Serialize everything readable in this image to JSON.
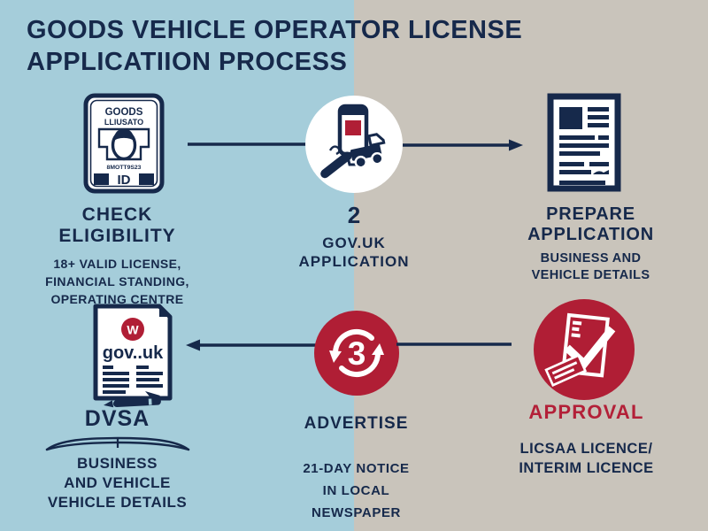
{
  "colors": {
    "background_left": "#a5cdda",
    "background_right": "#c9c4bb",
    "navy": "#16294b",
    "red": "#b01e35"
  },
  "title": {
    "line1": "GOODS VEHICLE OPERATOR LICENSE",
    "line2": "APPLICATIION PROCESS"
  },
  "steps": {
    "check_eligibility": {
      "heading1": "CHECK",
      "heading2": "ELIGIBILITY",
      "details": [
        "18+ VALID LICENSE,",
        "FINANCIAL STANDING,",
        "OPERATING CENTRE"
      ],
      "id_card": {
        "line1": "GOODS",
        "line2": "LLIUSATO",
        "serial": "8MOTT9S23",
        "id_label": "ID"
      }
    },
    "govuk_application": {
      "number": "2",
      "heading1": "GOV.UK",
      "heading2": "APPLICATION"
    },
    "prepare_application": {
      "heading1": "PREPARE",
      "heading2": "APPLICATION",
      "details": [
        "BUSINESS AND",
        "VEHICLE DETAILS"
      ]
    },
    "approval": {
      "heading": "APPROVAL",
      "details": [
        "LICSAA LICENCE/",
        "INTERIM LICENCE"
      ]
    },
    "advertise": {
      "number": "3",
      "heading": "ADVERTISE",
      "details": [
        "21-DAY NOTICE",
        "IN LOCAL",
        "NEWSPAPER"
      ]
    },
    "dvsa": {
      "heading": "DVSA",
      "details": [
        "BUSINESS",
        "AND VEHICLE",
        "VEHICLE DETAILS"
      ],
      "document": {
        "crest_letter": "W",
        "site": "gov..uk"
      }
    }
  },
  "icons": [
    "id-card-icon",
    "phone-truck-icon",
    "application-document-icon",
    "cycle-3-icon",
    "approval-check-icon",
    "govuk-document-icon",
    "pen-icon",
    "brace-shape"
  ]
}
